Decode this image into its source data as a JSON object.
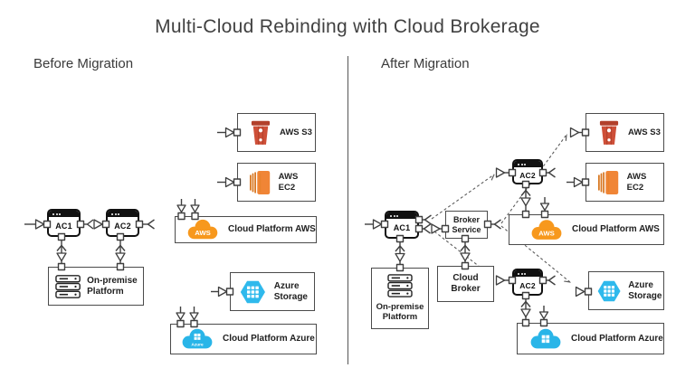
{
  "title": "Multi-Cloud Rebinding with Cloud Brokerage",
  "sections": {
    "before": "Before Migration",
    "after": "After Migration"
  },
  "before": {
    "ac1": "AC1",
    "ac2": "AC2",
    "onprem": "On-premise Platform",
    "s3": "AWS S3",
    "ec2": "AWS EC2",
    "aws_platform": "Cloud Platform AWS",
    "azure_storage": "Azure Storage",
    "azure_platform": "Cloud Platform Azure"
  },
  "after": {
    "ac1": "AC1",
    "ac2_aws": "AC2",
    "ac2_azure": "AC2",
    "broker_service": "Broker Service",
    "cloud_broker": "Cloud Broker",
    "onprem": "On-premise Platform",
    "s3": "AWS S3",
    "ec2": "AWS EC2",
    "aws_platform": "Cloud Platform AWS",
    "azure_storage": "Azure Storage",
    "azure_platform": "Cloud Platform Azure"
  },
  "logos": {
    "aws": "AWS",
    "azure": "Azure"
  },
  "icons": {
    "window": "app-window-icon",
    "server": "server-rack-icon",
    "s3": "aws-s3-bucket-icon",
    "ec2": "aws-ec2-icon",
    "aws_cloud": "aws-cloud-icon",
    "azure_cloud": "azure-cloud-icon",
    "azure_storage": "azure-storage-hexagon-icon"
  },
  "colors": {
    "s3_red": "#CE4F38",
    "s3_red_dark": "#B2402B",
    "ec2_orange": "#F08536",
    "aws_orange": "#F7981D",
    "azure_cyan": "#29B5E8",
    "line_gray": "#3F3F3F"
  }
}
